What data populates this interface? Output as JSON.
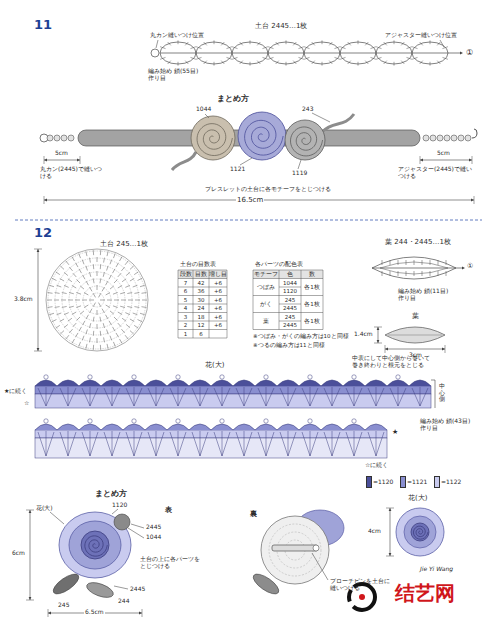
{
  "diagram": {
    "labels": [
      "11",
      "土台 2445…1枚",
      "丸カン縫いつけ位置",
      "アジャスター縫いつけ位置",
      "編み始め 鎖(55目)作り目",
      "①",
      "まとめ方",
      "1044",
      "243",
      "1121",
      "1119",
      "5cm",
      "丸カン(2445)で縫いつける",
      "5cm",
      "アジャスター(2445)で縫いつける",
      "ブレスレットの土台に各モチーフをとじつける",
      "16.5cm",
      "12",
      "土台 245…1枚",
      "3.8cm",
      "土台の目数表",
      "段数",
      "目数",
      "増し目",
      "7",
      "42",
      "+6",
      "6",
      "36",
      "+6",
      "5",
      "30",
      "+6",
      "4",
      "24",
      "+6",
      "3",
      "18",
      "+6",
      "2",
      "12",
      "+6",
      "1",
      "6",
      "各パーツの配色表",
      "モチーフ",
      "色",
      "数",
      "つぼみ",
      "1044",
      "1120",
      "各1枚",
      "がく",
      "245",
      "2445",
      "各1枚",
      "葉",
      "245",
      "2445",
      "各1枚",
      "※つぼみ・がくの編み方は10と同様",
      "※つるの編み方は11と同様",
      "葉 244・2445…1枚",
      "編み始め 鎖(11目)作り目",
      "①",
      "葉",
      "1.4cm",
      "3cm",
      "花(大)",
      "中表にして中心側から巻いて巻き終わりと根元をとじる",
      "中心側",
      "★に続く",
      "☆",
      "編み始め 鎖(43目)作り目",
      "★",
      "☆に続く",
      "まとめ方",
      "花(大)",
      "1120",
      "表",
      "裏",
      "2445",
      "1044",
      "6cm",
      "土台の上に各パーツをとじつける",
      "245",
      "2445",
      "244",
      "6.5cm",
      "ブローチピンを土台に縫いつける",
      "花(大)",
      "4cm",
      "Jie Yi Wang",
      "结艺网"
    ],
    "legend": [
      {
        "text": "=1120",
        "color": "#4b4f9a"
      },
      {
        "text": "=1121",
        "color": "#8a8fd0"
      },
      {
        "text": "=1122",
        "color": "#c9cbef"
      }
    ]
  }
}
